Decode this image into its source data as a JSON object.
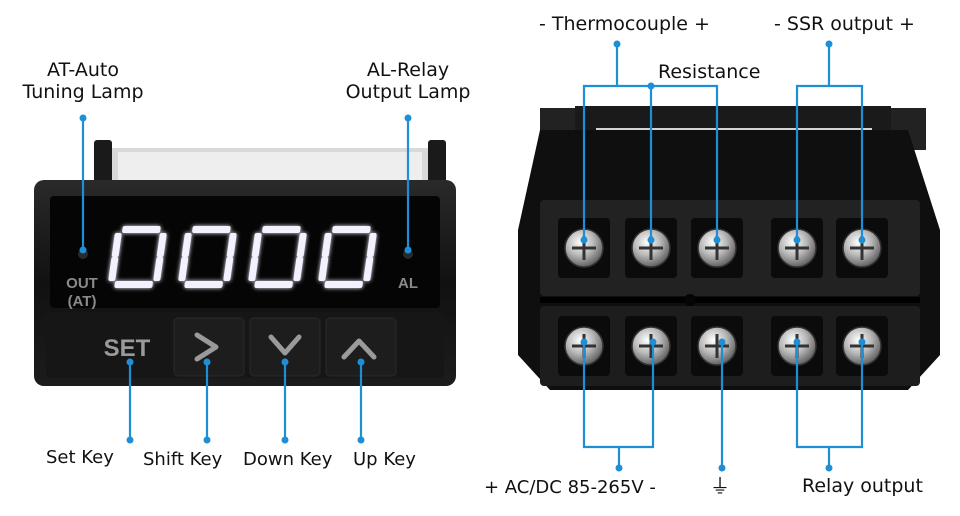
{
  "left_device": {
    "display_value": "0000",
    "indicators": {
      "out_label_line1": "OUT",
      "out_label_line2": "(AT)",
      "al_label": "AL"
    },
    "keys": {
      "set": "SET",
      "shift_icon": "chevron-right-icon",
      "down_icon": "chevron-down-icon",
      "up_icon": "chevron-up-icon"
    }
  },
  "callouts": {
    "at_lamp": [
      "AT-Auto",
      "Tuning Lamp"
    ],
    "al_lamp": [
      "AL-Relay",
      "Output Lamp"
    ],
    "set_key": "Set Key",
    "shift_key": "Shift Key",
    "down_key": "Down Key",
    "up_key": "Up Key",
    "thermocouple": "- Thermocouple +",
    "ssr_output": "- SSR output +",
    "resistance": "Resistance",
    "power": "+ AC/DC 85-265V -",
    "ground_symbol": "⏚",
    "relay_output": "Relay output"
  },
  "colors": {
    "callout_line": "#1e8fd6",
    "device_body": "#111111",
    "digit_glow": "#f2f2ff"
  }
}
